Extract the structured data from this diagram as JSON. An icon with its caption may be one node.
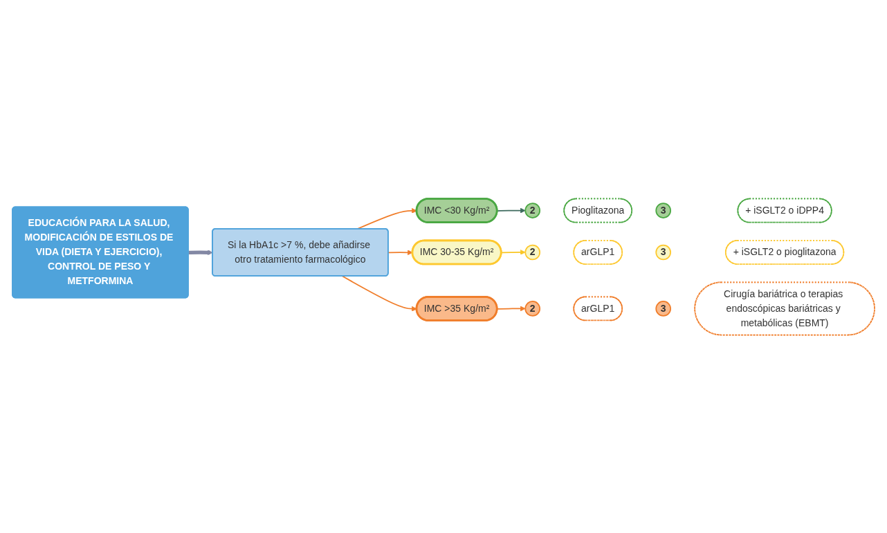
{
  "diagram": {
    "nodes": [
      {
        "text": [
          "EDUCACIÓN PARA LA SALUD, MODIFICACIÓN DE ESTILOS DE VIDA (DIETA Y EJERCICIO), CONTROL DE PESO Y METFORMINA"
        ]
      },
      {
        "text": [
          "Si la HbA1c >7 %, debe añadirse otro tratamiento farmacológico"
        ]
      },
      {
        "text": [
          "IMC <30 Kg/m²"
        ]
      },
      {
        "text": [
          "2"
        ]
      },
      {
        "text": [
          "Pioglitazona"
        ]
      },
      {
        "text": [
          "3"
        ]
      },
      {
        "text": [
          "+ iSGLT2 o iDPP4"
        ]
      },
      {
        "text": [
          "IMC 30-35 Kg/m²"
        ]
      },
      {
        "text": [
          "2"
        ]
      },
      {
        "text": [
          "arGLP1"
        ]
      },
      {
        "text": [
          "3"
        ]
      },
      {
        "text": [
          "+ iSGLT2 o pioglitazona"
        ]
      },
      {
        "text": [
          "IMC >35 Kg/m²"
        ]
      },
      {
        "text": [
          "2"
        ]
      },
      {
        "text": [
          "arGLP1"
        ]
      },
      {
        "text": [
          "3"
        ]
      },
      {
        "text": [
          "Cirugía bariátrica o terapias endoscópicas bariátricas y metabólicas (EBMT)"
        ]
      }
    ],
    "edges": [
      {
        "from": 0,
        "to": 1,
        "arrow": "to",
        "style": "thick",
        "color": "#8388a4"
      },
      {
        "from": 1,
        "to": 2,
        "arrow": "to"
      },
      {
        "from": 1,
        "to": 7,
        "arrow": "to"
      },
      {
        "from": 1,
        "to": 12,
        "arrow": "to"
      },
      {
        "from": 2,
        "to": 3,
        "arrow": "to",
        "color": "#3d6b5e"
      },
      {
        "from": 7,
        "to": 8,
        "arrow": "to",
        "color": "#f9c623"
      },
      {
        "from": 12,
        "to": 13,
        "arrow": "to"
      }
    ]
  }
}
